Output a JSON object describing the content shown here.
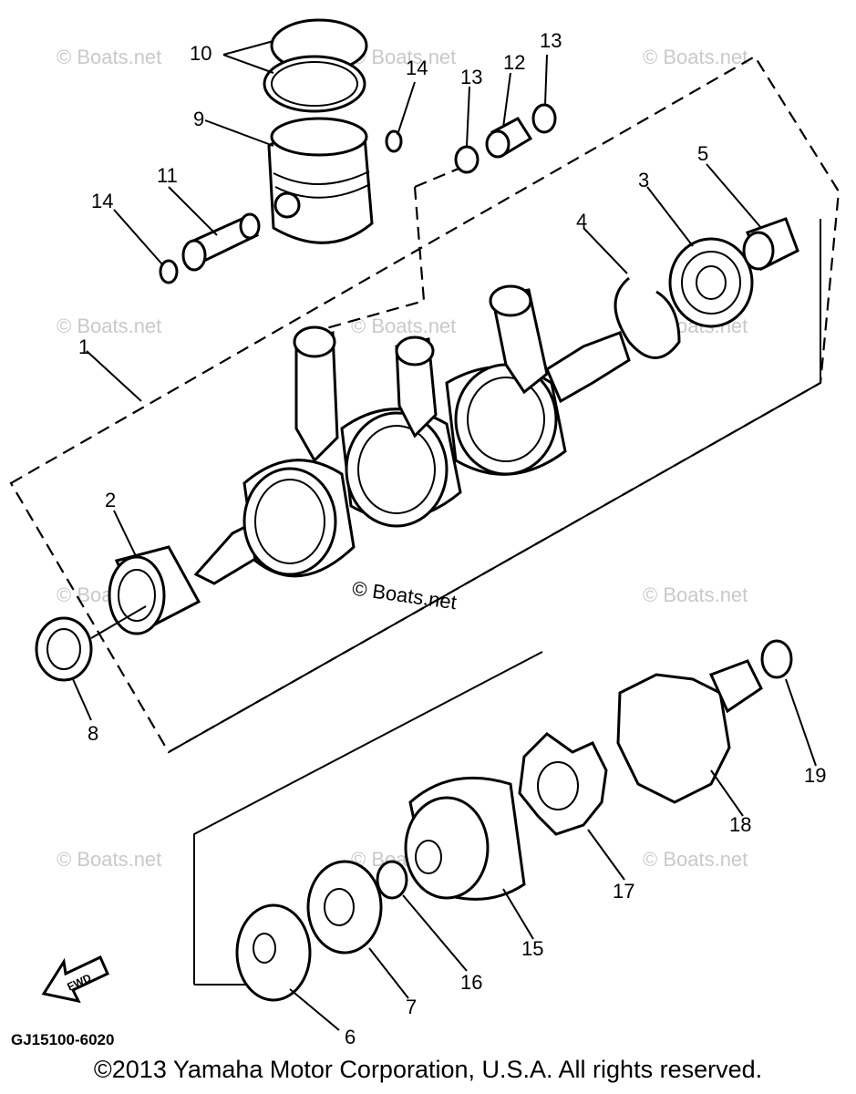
{
  "diagram": {
    "part_labels": [
      "1",
      "2",
      "3",
      "4",
      "5",
      "6",
      "7",
      "8",
      "9",
      "10",
      "11",
      "12",
      "13",
      "13",
      "14",
      "14",
      "15",
      "16",
      "17",
      "18",
      "19"
    ],
    "watermark": "© Boats.net",
    "fwd_label": "FWD",
    "drawing_code": "GJ15100-6020"
  },
  "footer": {
    "copyright": "©2013 Yamaha Motor Corporation, U.S.A. All rights reserved."
  }
}
